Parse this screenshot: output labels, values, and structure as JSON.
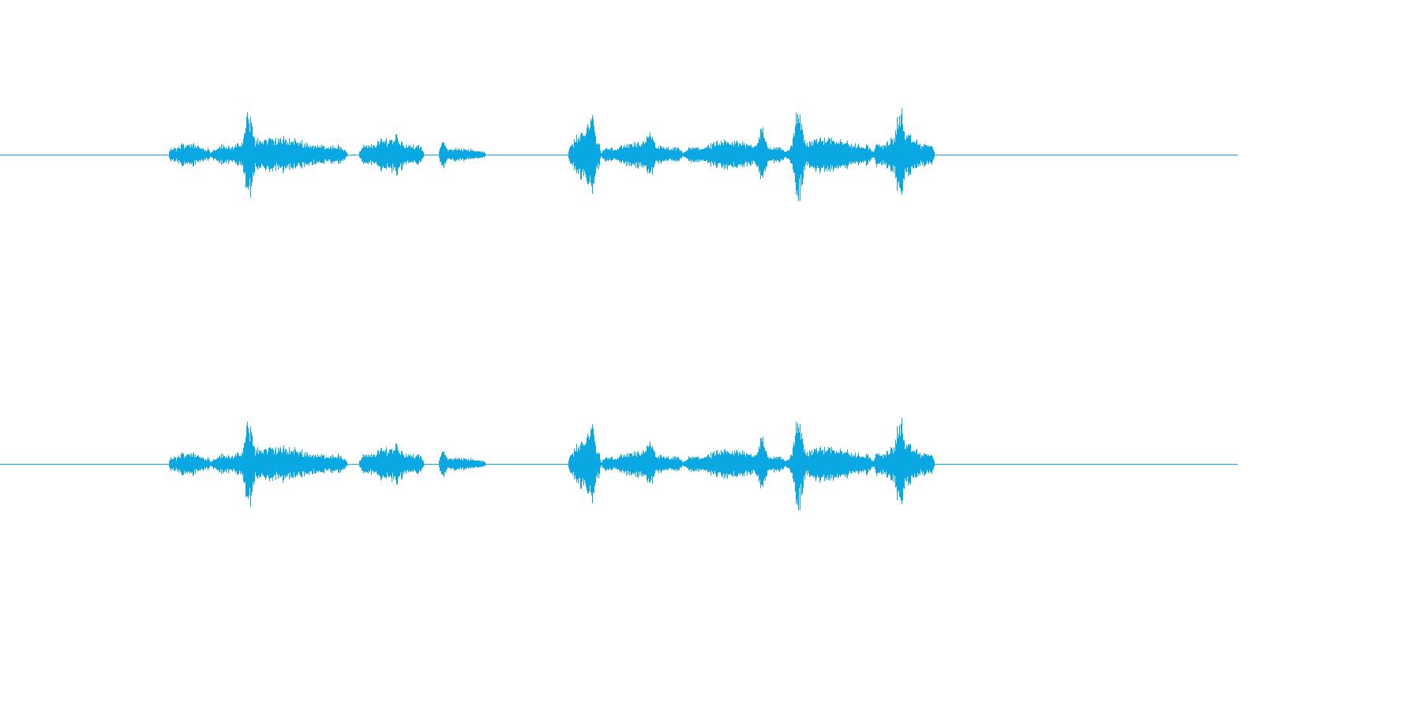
{
  "waveform": {
    "color": "#0aa8e2",
    "background": "#ffffff",
    "channels": [
      {
        "name": ""
      },
      {
        "name": ""
      }
    ],
    "duration_fraction_active": [
      0.135,
      0.755
    ],
    "bursts": [
      {
        "start": 0.136,
        "end": 0.17,
        "amp": 0.16,
        "peak": 0.18
      },
      {
        "start": 0.17,
        "end": 0.28,
        "amp": 0.22,
        "peak": 0.56,
        "peak_at": 0.201
      },
      {
        "start": 0.29,
        "end": 0.342,
        "amp": 0.22,
        "peak": 0.28,
        "peak_at": 0.32
      },
      {
        "start": 0.354,
        "end": 0.392,
        "amp": 0.09,
        "peak": 0.17,
        "peak_at": 0.357
      },
      {
        "start": 0.459,
        "end": 0.485,
        "amp": 0.32,
        "peak": 0.55,
        "peak_at": 0.477
      },
      {
        "start": 0.485,
        "end": 0.552,
        "amp": 0.16,
        "peak": 0.3,
        "peak_at": 0.525
      },
      {
        "start": 0.552,
        "end": 0.635,
        "amp": 0.18,
        "peak": 0.34,
        "peak_at": 0.615
      },
      {
        "start": 0.635,
        "end": 0.705,
        "amp": 0.24,
        "peak": 0.6,
        "peak_at": 0.645
      },
      {
        "start": 0.705,
        "end": 0.755,
        "amp": 0.26,
        "peak": 0.6,
        "peak_at": 0.727
      }
    ]
  }
}
